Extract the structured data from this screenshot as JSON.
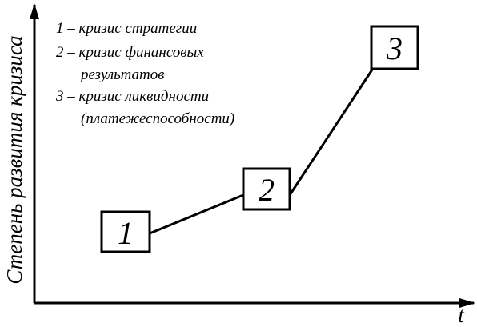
{
  "diagram": {
    "y_axis_label": "Степень развития кризиса",
    "x_axis_label": "t",
    "legend": [
      {
        "line1": "1 – кризис стратегии",
        "line2": ""
      },
      {
        "line1": "2 – кризис финансовых",
        "line2": "результатов"
      },
      {
        "line1": "3 – кризис ликвидности",
        "line2": "(платежеспособности)"
      }
    ],
    "stages": [
      {
        "label": "1"
      },
      {
        "label": "2"
      },
      {
        "label": "3"
      }
    ],
    "colors": {
      "ink": "#000000",
      "background": "#ffffff"
    }
  }
}
